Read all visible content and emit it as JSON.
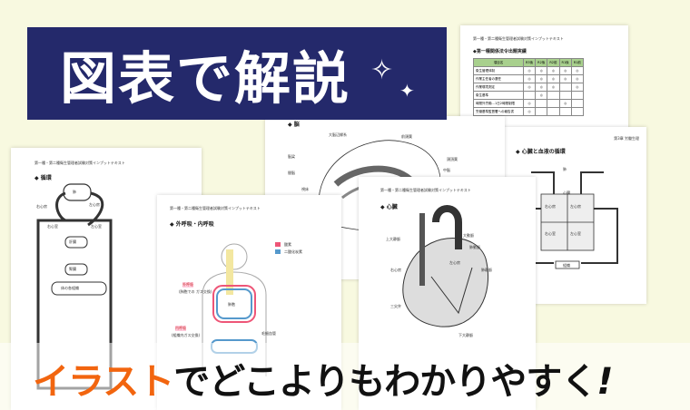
{
  "banner": {
    "title": "図表で解説",
    "sparkle_icon": "sparkle"
  },
  "caption": {
    "highlight": "イラスト",
    "rest": "でどこよりもわかりやすく",
    "exclamation": "!"
  },
  "colors": {
    "banner": "#24296b",
    "highlight": "#f2650f",
    "table_header": "#a8d08d",
    "background": "#f8f9e0"
  },
  "running_header": "第一種・第二種衛生管理者試験対策インプットテキスト",
  "pages": {
    "table": {
      "heading": "◆第一種関係法令出題実績",
      "columns": [
        "項目名",
        "R3後",
        "R2後",
        "R2前",
        "R1後",
        "R1前"
      ],
      "rows": [
        {
          "name": "衛生管理体制",
          "marks": [
            "◎",
            "◎",
            "◎",
            "◎",
            "◎"
          ]
        },
        {
          "name": "作業主任者の選任",
          "marks": [
            "◎",
            "◎",
            "◎",
            "◎",
            "◎"
          ]
        },
        {
          "name": "作業環境測定",
          "marks": [
            "◎",
            "◎",
            "◎",
            "",
            "◎"
          ]
        },
        {
          "name": "衛生基準",
          "marks": [
            "",
            "◎",
            "",
            "",
            ""
          ]
        },
        {
          "name": "時間外労働…1日2時間制限",
          "marks": [
            "◎",
            "",
            "",
            "◎",
            ""
          ]
        },
        {
          "name": "労働基準監督署への報告書",
          "marks": [
            "◎",
            "",
            "",
            "",
            ""
          ]
        }
      ]
    },
    "circulation_chart": {
      "chapter": "第3章 労働生理",
      "heading": "◆ 心臓と血液の循環",
      "labels": [
        "心臓",
        "右心房",
        "左心房",
        "右心室",
        "左心室",
        "肺",
        "組織"
      ]
    },
    "brain": {
      "heading": "◆ 脳",
      "labels": [
        "大脳辺縁系",
        "前頭葉",
        "頭頂葉",
        "脳梁",
        "間脳",
        "視床",
        "中脳"
      ]
    },
    "circulation": {
      "heading": "◆ 循環",
      "labels": [
        "肺",
        "右心房",
        "左心房",
        "右心室",
        "左心室",
        "肝臓",
        "腎臓",
        "体の各組織"
      ]
    },
    "respiration": {
      "heading": "◆ 外呼吸・内呼吸",
      "labels": [
        "酸素",
        "二酸化炭素",
        "外呼吸",
        "(肺胞での ガス交換)",
        "肺胞",
        "内呼吸",
        "(組織内ガス交換)",
        "毛細血管"
      ]
    },
    "heart": {
      "heading": "◆ 心臓",
      "labels": [
        "上大静脈",
        "大動脈",
        "肺動脈",
        "肺静脈",
        "右心房",
        "左心房",
        "三尖弁",
        "下大静脈"
      ]
    }
  }
}
